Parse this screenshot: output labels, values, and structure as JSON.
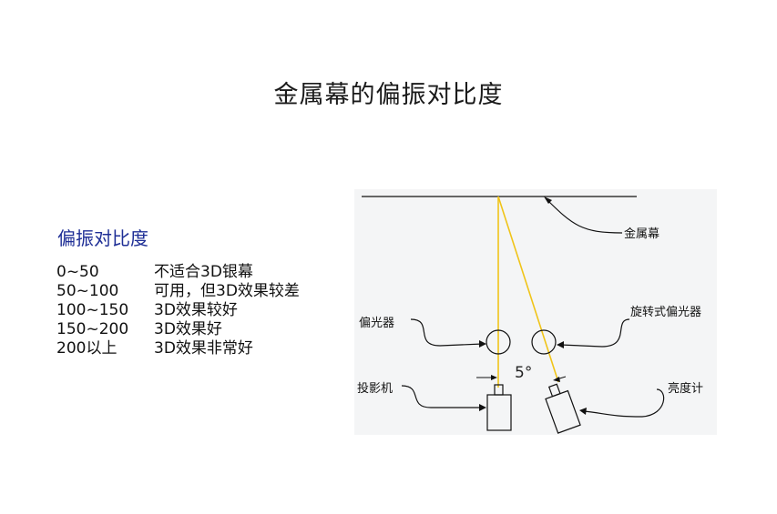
{
  "title": "金属幕的偏振对比度",
  "subtitle": "偏振对比度",
  "table": [
    {
      "range": "0~50",
      "desc": "不适合3D银幕"
    },
    {
      "range": "50~100",
      "desc": "可用，但3D效果较差"
    },
    {
      "range": "100~150",
      "desc": "3D效果较好"
    },
    {
      "range": "150~200",
      "desc": "3D效果好"
    },
    {
      "range": "200以上",
      "desc": "3D效果非常好"
    }
  ],
  "diagram": {
    "labels": {
      "screen": "金属幕",
      "polarizer": "偏光器",
      "rotating_polarizer": "旋转式偏光器",
      "projector": "投影机",
      "luminance_meter": "亮度计"
    },
    "angle": "5°",
    "colors": {
      "beam": "#f0c419",
      "lines": "#111111",
      "background": "#f4f5f6"
    }
  }
}
